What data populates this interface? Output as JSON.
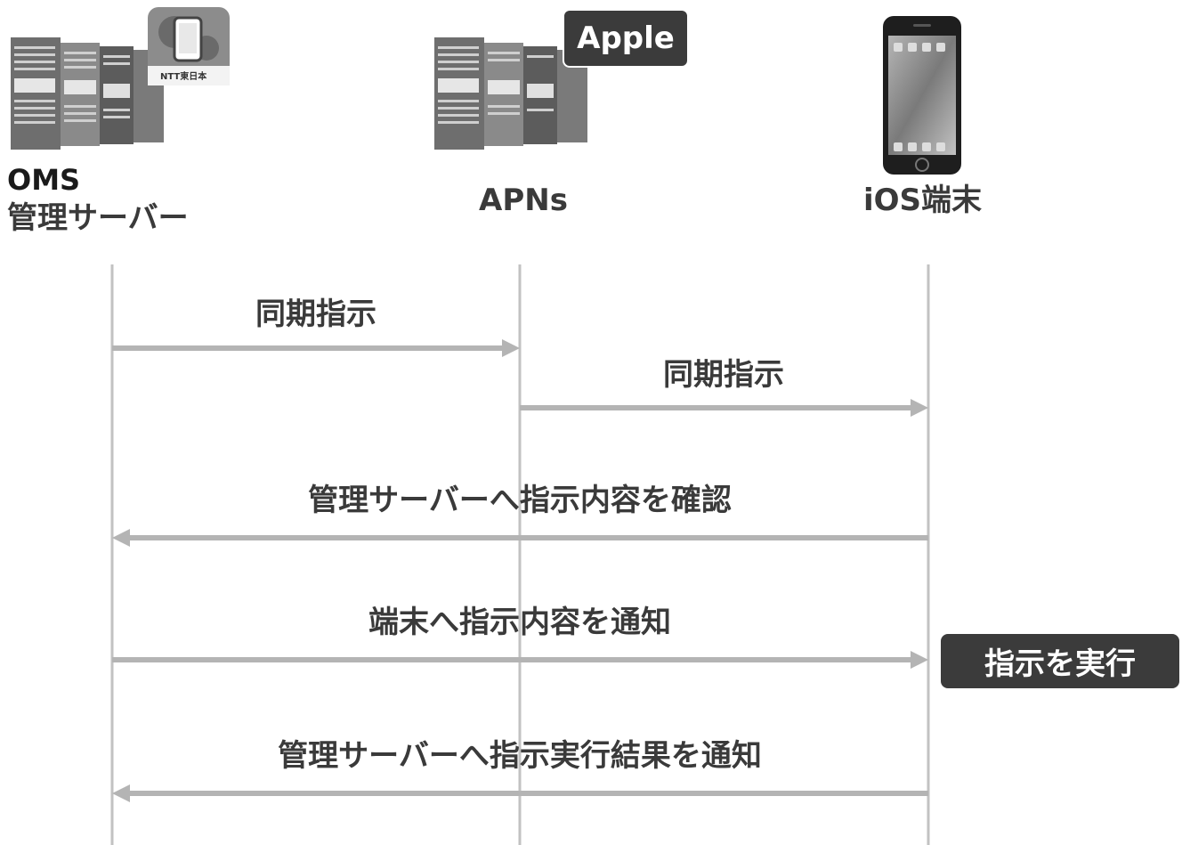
{
  "actors": {
    "oms": {
      "name": "OMS",
      "subtitle": "管理サーバー",
      "badge_text": "NTT東日本"
    },
    "apns": {
      "name": "APNs",
      "badge": "Apple"
    },
    "ios": {
      "name": "iOS端末"
    }
  },
  "messages": [
    {
      "label": "同期指示",
      "from": "oms",
      "to": "apns"
    },
    {
      "label": "同期指示",
      "from": "apns",
      "to": "ios"
    },
    {
      "label": "管理サーバーへ指示内容を確認",
      "from": "ios",
      "to": "oms"
    },
    {
      "label": "端末へ指示内容を通知",
      "from": "oms",
      "to": "ios"
    },
    {
      "label": "管理サーバーへ指示実行結果を通知",
      "from": "ios",
      "to": "oms"
    }
  ],
  "action_badge": "指示を実行",
  "colors": {
    "line": "#c2c2c2",
    "arrow": "#b4b4b4",
    "badge_bg": "#3b3b3b",
    "text": "#3a3a3a"
  }
}
